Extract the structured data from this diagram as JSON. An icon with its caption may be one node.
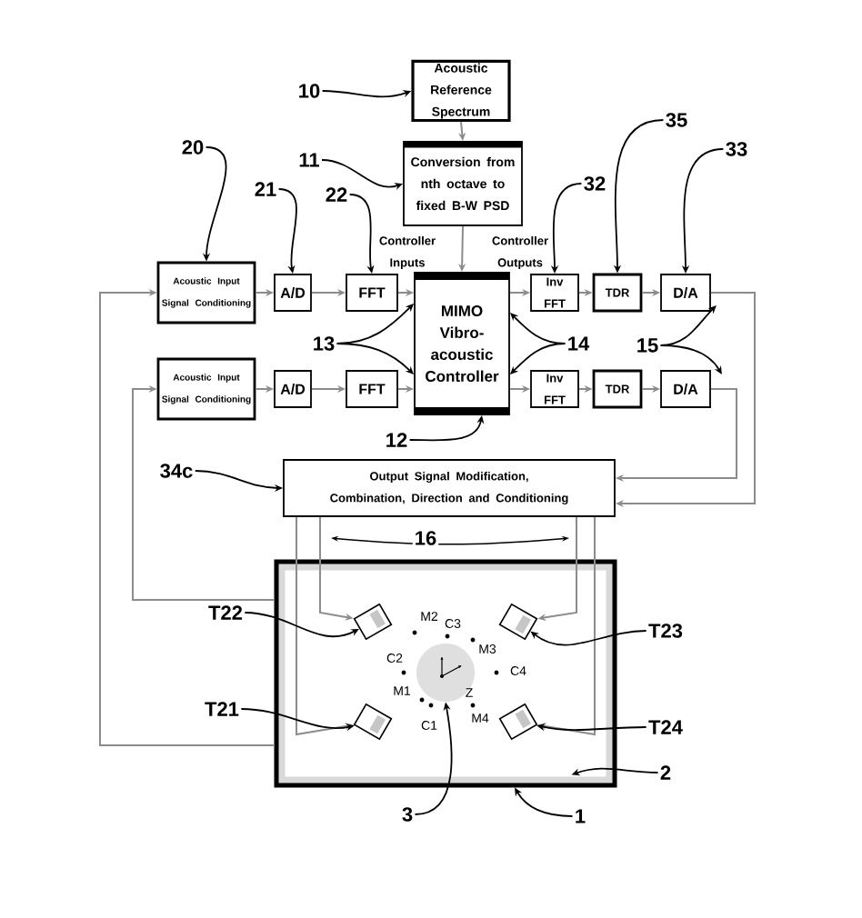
{
  "diagram": {
    "nodes": [
      {
        "text": [
          "Acoustic Reference Spectrum"
        ]
      },
      {
        "text": [
          "Conversion from nth octave to fixed B-W PSD"
        ]
      },
      {
        "text": [
          "Acoustic Input Signal Conditioning"
        ]
      },
      {
        "text": [
          "A/D"
        ]
      },
      {
        "text": [
          "FFT"
        ]
      },
      {
        "text": [
          "MIMO Vibro-acoustic Controller"
        ]
      },
      {
        "text": [
          "Inv FFT"
        ]
      },
      {
        "text": [
          "TDR"
        ]
      },
      {
        "text": [
          "D/A"
        ]
      },
      {
        "text": [
          "Acoustic Input Signal Conditioning"
        ]
      },
      {
        "text": [
          "A/D"
        ]
      },
      {
        "text": [
          "FFT"
        ]
      },
      {
        "text": [
          "Inv FFT"
        ]
      },
      {
        "text": [
          "TDR"
        ]
      },
      {
        "text": [
          "D/A"
        ]
      },
      {
        "text": [
          "Output Signal Modification, Combination, Direction and Conditioning"
        ]
      },
      {
        "text": [],
        "shape": "box"
      },
      {
        "text": [],
        "shape": "speaker",
        "in": 16
      },
      {
        "text": [],
        "shape": "speaker",
        "in": 16
      },
      {
        "text": [],
        "shape": "speaker",
        "in": 16
      },
      {
        "text": [],
        "shape": "speaker",
        "in": 16
      },
      {
        "text": [],
        "shape": "circle",
        "in": 16
      },
      {
        "text": [
          "10"
        ]
      },
      {
        "text": [
          "11"
        ]
      },
      {
        "text": [
          "20"
        ]
      },
      {
        "text": [
          "21"
        ]
      },
      {
        "text": [
          "22"
        ]
      },
      {
        "text": [
          "35"
        ]
      },
      {
        "text": [
          "32"
        ]
      },
      {
        "text": [
          "33"
        ]
      },
      {
        "text": [
          "13"
        ]
      },
      {
        "text": [
          "14"
        ]
      },
      {
        "text": [
          "15"
        ]
      },
      {
        "text": [
          "12"
        ]
      },
      {
        "text": [
          "34c"
        ]
      },
      {
        "text": [
          "T22"
        ]
      },
      {
        "text": [
          "T23"
        ]
      },
      {
        "text": [
          "T21"
        ]
      },
      {
        "text": [
          "T24"
        ]
      },
      {
        "text": [
          "3"
        ]
      },
      {
        "text": [
          "2"
        ]
      },
      {
        "text": [
          "1"
        ]
      }
    ],
    "edges": [
      {
        "from": 0,
        "to": 1,
        "arrow": "to",
        "color": "#8c8c8c"
      },
      {
        "from": 1,
        "to": 5,
        "arrow": "to",
        "color": "#8c8c8c"
      },
      {
        "from": 2,
        "to": 3,
        "arrow": "to",
        "color": "#8c8c8c"
      },
      {
        "from": 3,
        "to": 4,
        "arrow": "to",
        "color": "#8c8c8c"
      },
      {
        "from": 4,
        "to": 5,
        "arrow": "to",
        "color": "#8c8c8c"
      },
      {
        "from": 5,
        "to": 6,
        "arrow": "to",
        "color": "#8c8c8c"
      },
      {
        "from": 6,
        "to": 7,
        "arrow": "to",
        "color": "#8c8c8c"
      },
      {
        "from": 7,
        "to": 8,
        "arrow": "to",
        "color": "#8c8c8c"
      },
      {
        "from": 8,
        "to": 15,
        "arrow": "to",
        "color": "#8c8c8c"
      },
      {
        "from": 9,
        "to": 10,
        "arrow": "to",
        "color": "#8c8c8c"
      },
      {
        "from": 10,
        "to": 11,
        "arrow": "to",
        "color": "#8c8c8c"
      },
      {
        "from": 11,
        "to": 5,
        "arrow": "to",
        "color": "#8c8c8c"
      },
      {
        "from": 5,
        "to": 12,
        "arrow": "to",
        "color": "#8c8c8c"
      },
      {
        "from": 12,
        "to": 13,
        "arrow": "to",
        "color": "#8c8c8c"
      },
      {
        "from": 13,
        "to": 14,
        "arrow": "to",
        "color": "#8c8c8c"
      },
      {
        "from": 14,
        "to": 15,
        "arrow": "to",
        "color": "#8c8c8c"
      },
      {
        "from": 16,
        "to": 2,
        "arrow": "to",
        "color": "#8c8c8c"
      },
      {
        "from": 16,
        "to": 9,
        "arrow": "to",
        "color": "#8c8c8c"
      },
      {
        "from": 15,
        "to": 19,
        "arrow": "to",
        "color": "#8c8c8c"
      },
      {
        "from": 15,
        "to": 17,
        "arrow": "to",
        "color": "#8c8c8c"
      },
      {
        "from": 15,
        "to": 18,
        "arrow": "to",
        "color": "#8c8c8c"
      },
      {
        "from": 15,
        "to": 20,
        "arrow": "to",
        "color": "#8c8c8c"
      },
      {
        "from": 22,
        "to": 0,
        "arrow": "to"
      },
      {
        "from": 23,
        "to": 1,
        "arrow": "to"
      },
      {
        "from": 24,
        "to": 2,
        "arrow": "to"
      },
      {
        "from": 25,
        "to": 3,
        "arrow": "to"
      },
      {
        "from": 26,
        "to": 4,
        "arrow": "to"
      },
      {
        "from": 27,
        "to": 7,
        "arrow": "to"
      },
      {
        "from": 28,
        "to": 6,
        "arrow": "to"
      },
      {
        "from": 29,
        "to": 8,
        "arrow": "to"
      },
      {
        "from": 30,
        "to": 5,
        "arrow": "to"
      },
      {
        "from": 30,
        "to": 5,
        "arrow": "to"
      },
      {
        "from": 31,
        "to": 5,
        "arrow": "to"
      },
      {
        "from": 31,
        "to": 5,
        "arrow": "to"
      },
      {
        "from": 32,
        "to": 8,
        "arrow": "to"
      },
      {
        "from": 32,
        "to": 14,
        "arrow": "to"
      },
      {
        "from": 33,
        "to": 5,
        "arrow": "to"
      },
      {
        "from": 34,
        "to": 15,
        "arrow": "to"
      },
      {
        "from": 35,
        "to": 17,
        "arrow": "to"
      },
      {
        "from": 36,
        "to": 18,
        "arrow": "to"
      },
      {
        "from": 37,
        "to": 19,
        "arrow": "to"
      },
      {
        "from": 38,
        "to": 20,
        "arrow": "to"
      },
      {
        "from": 39,
        "to": 21,
        "arrow": "to"
      },
      {
        "from": 40,
        "to": 16,
        "arrow": "to"
      },
      {
        "from": 41,
        "to": 16,
        "arrow": "to"
      }
    ],
    "labels": [
      "Controller Inputs",
      "Controller Outputs",
      "16",
      "M2",
      "C3",
      "M3",
      "C2",
      "C4",
      "M1",
      "Z",
      "C1",
      "M4"
    ]
  }
}
